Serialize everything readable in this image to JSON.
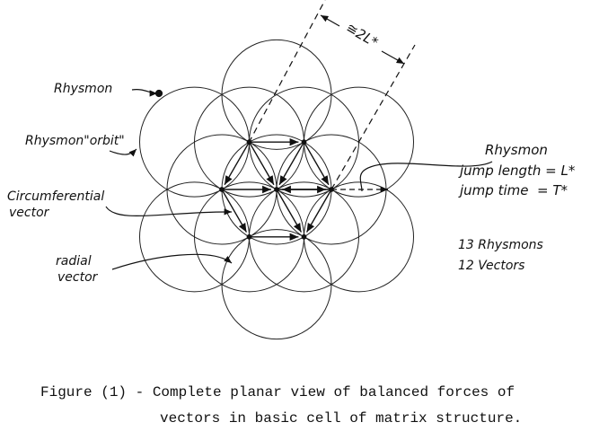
{
  "labels": {
    "rhysmon": "Rhysmon",
    "rhysmon_orbit": "Rhysmon\"orbit\"",
    "circumferential_1": "Circumferential",
    "circumferential_2": "vector",
    "radial_1": "radial",
    "radial_2": "vector",
    "right_title": "Rhysmon",
    "jump_length": "jump length = L*",
    "jump_time": "jump time  = T*",
    "count_rhysmons": "13 Rhysmons",
    "count_vectors": "12 Vectors",
    "dimension": "≅2L*"
  },
  "caption": {
    "line1": "Figure (1) - Complete planar view of balanced forces of",
    "line2": "vectors in basic cell of matrix structure."
  }
}
